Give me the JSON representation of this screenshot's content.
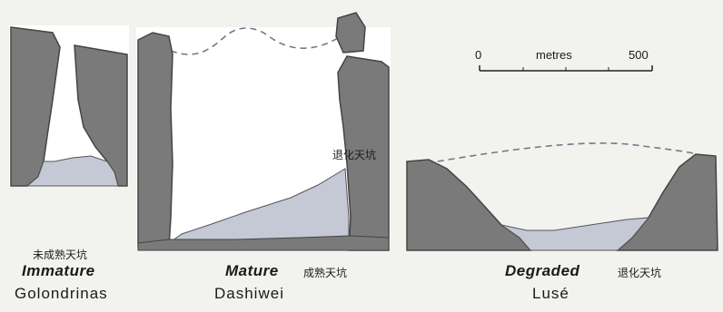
{
  "colors": {
    "rock": "#7a7a7a",
    "rock_dark": "#555555",
    "sediment": "#c5c9d6",
    "void": "#ffffff",
    "background": "#f2f2ef",
    "dashed_line": "#6f7a8a"
  },
  "scale_bar": {
    "start_label": "0",
    "unit_label": "metres",
    "end_label": "500"
  },
  "panels": {
    "immature": {
      "cjk_label": "未成熟天坑",
      "stage_label": "Immature",
      "site_label": "Golondrinas"
    },
    "mature": {
      "stage_label": "Mature",
      "cjk_label": "成熟天坑",
      "site_label": "Dashiwei",
      "annotation": "退化天坑"
    },
    "degraded": {
      "stage_label": "Degraded",
      "cjk_label": "退化天坑",
      "site_label": "Lusé"
    }
  }
}
